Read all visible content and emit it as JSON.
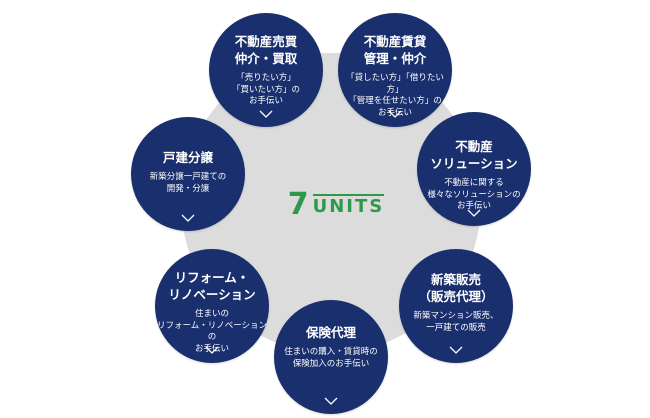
{
  "center": {
    "number": "7",
    "word": "UNITS"
  },
  "units": [
    {
      "title": "不動産売買\n仲介・買取",
      "desc": "「売りたい方」\n「買いたい方」の\nお手伝い",
      "icon": "chevron-down-icon"
    },
    {
      "title": "不動産賃貸\n管理・仲介",
      "desc": "「貸したい方」「借りたい方」\n「管理を任せたい方」の\nお手伝い",
      "icon": "chevron-down-icon"
    },
    {
      "title": "不動産\nソリューション",
      "desc": "不動産に関する\n様々なソリューションの\nお手伝い",
      "icon": "chevron-down-icon"
    },
    {
      "title": "新築販売\n（販売代理）",
      "desc": "新築マンション販売、\n一戸建ての販売",
      "icon": "chevron-down-icon"
    },
    {
      "title": "保険代理",
      "desc": "住まいの購入・賃貸時の\n保険加入のお手伝い",
      "icon": "chevron-down-icon"
    },
    {
      "title": "リフォーム・\nリノベーション",
      "desc": "住まいの\nリフォーム・リノベーションの\nお手伝い",
      "icon": "chevron-down-icon"
    },
    {
      "title": "戸建分譲",
      "desc": "新築分譲一戸建ての\n開発・分譲",
      "icon": "chevron-down-icon"
    }
  ],
  "colors": {
    "unit_bg": "#1a2f6d",
    "center_bg": "#dcdcdc",
    "accent": "#2d9a4b",
    "text_on_unit": "#ffffff"
  }
}
